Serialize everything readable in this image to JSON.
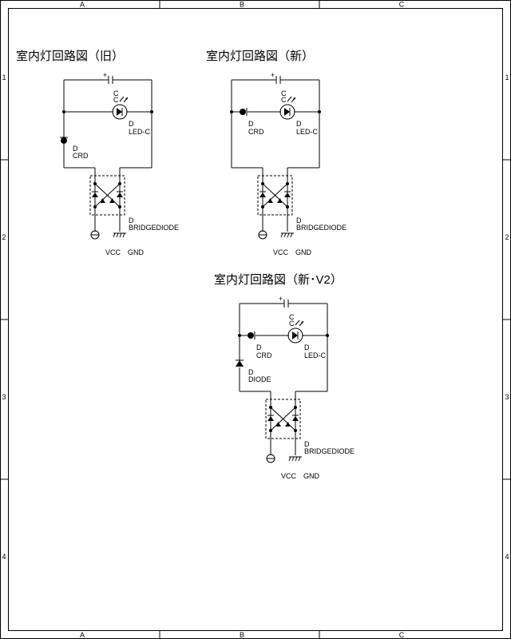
{
  "frame": {
    "columns": [
      "A",
      "B",
      "C"
    ],
    "rows": [
      "1",
      "2",
      "3",
      "4"
    ]
  },
  "circuits": [
    {
      "title": "室内灯回路図（旧）",
      "labels": {
        "c_ref": "C",
        "c_val": "C",
        "plus": "+",
        "led_ref": "D",
        "led_val": "LED-C",
        "crd_ref": "D",
        "crd_val": "CRD",
        "bridge_ref": "D",
        "bridge_val": "BRIDGEDIODE",
        "vcc": "VCC",
        "gnd": "GND"
      }
    },
    {
      "title": "室内灯回路図（新）",
      "labels": {
        "c_ref": "C",
        "c_val": "C",
        "plus": "+",
        "led_ref": "D",
        "led_val": "LED-C",
        "crd_ref": "D",
        "crd_val": "CRD",
        "bridge_ref": "D",
        "bridge_val": "BRIDGEDIODE",
        "vcc": "VCC",
        "gnd": "GND"
      }
    },
    {
      "title": "室内灯回路図（新･V2）",
      "labels": {
        "c_ref": "C",
        "c_val": "C",
        "plus": "+",
        "led_ref": "D",
        "led_val": "LED-C",
        "crd_ref": "D",
        "crd_val": "CRD",
        "diode_ref": "D",
        "diode_val": "DIODE",
        "bridge_ref": "D",
        "bridge_val": "BRIDGEDIODE",
        "vcc": "VCC",
        "gnd": "GND"
      }
    }
  ]
}
